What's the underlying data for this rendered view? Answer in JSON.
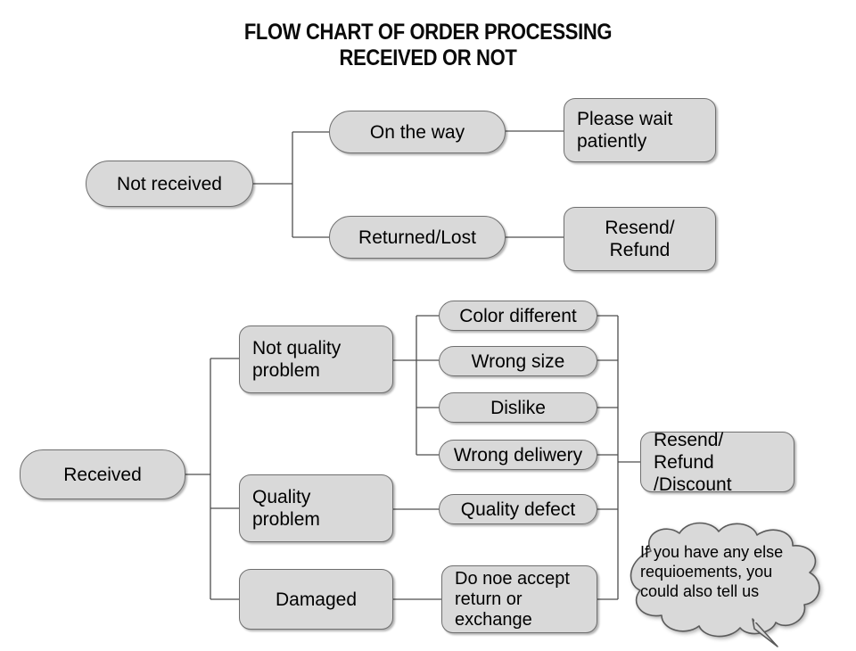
{
  "title": "FLOW CHART OF ORDER PROCESSING\nRECEIVED OR NOT",
  "colors": {
    "node_fill": "#d9d9d9",
    "node_border": "#6f6f6f",
    "connector": "#4d4d4d",
    "text": "#000000",
    "background": "#ffffff"
  },
  "branch_not_received": {
    "root": "Not received",
    "steps": [
      {
        "cause": "On the way",
        "action": "Please wait\npatiently"
      },
      {
        "cause": "Returned/Lost",
        "action": "Resend/\nRefund"
      }
    ]
  },
  "branch_received": {
    "root": "Received",
    "categories": [
      {
        "label": "Not quality\nproblem",
        "reasons": [
          "Color different",
          "Wrong size",
          "Dislike",
          "Wrong deliwery"
        ]
      },
      {
        "label": "Quality\nproblem",
        "reasons": [
          "Quality defect"
        ]
      },
      {
        "label": "Damaged",
        "reasons": [
          "Do noe accept\nreturn or\nexchange"
        ]
      }
    ],
    "outcome": "Resend/ Refund\n/Discount"
  },
  "callout": {
    "text": "If you have any else\nrequioements, you\ncould also tell us"
  }
}
